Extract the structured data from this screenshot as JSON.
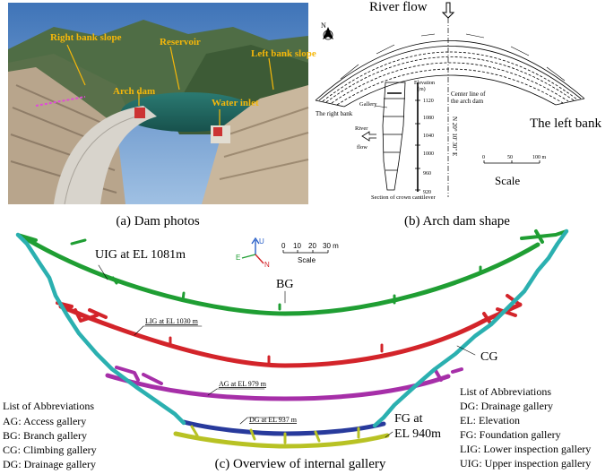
{
  "photo": {
    "labels": {
      "right_slope": "Right bank slope",
      "reservoir": "Reservoir",
      "left_slope": "Left bank slope",
      "arch_dam": "Arch dam",
      "water_inlet": "Water inlet"
    },
    "caption": "(a) Dam photos"
  },
  "shape": {
    "north": "N",
    "river_flow": "River flow",
    "right_bank": "The right bank",
    "left_bank": "The left bank",
    "center_line": "Center line of",
    "center_line2": "the arch dam",
    "gallery": "Gallery",
    "river": "River",
    "flow": "flow",
    "elevation": "Elevation",
    "elev_unit": "(m)",
    "elevations": [
      "1120",
      "1080",
      "1040",
      "1000",
      "960",
      "920"
    ],
    "section": "Section of crown cantilever",
    "bearing": "N 20° 10' 30\" E",
    "scale_ticks": [
      "0",
      "50",
      "100 m"
    ],
    "scale": "Scale",
    "caption": "(b) Arch dam shape"
  },
  "gallery": {
    "axes": {
      "u": "U",
      "e": "E",
      "n": "N"
    },
    "scale_ticks": [
      "0",
      "10",
      "20",
      "30 m"
    ],
    "scale": "Scale",
    "uig": "UIG at EL 1081m",
    "bg": "BG",
    "lig": "LIG at EL 1030 m",
    "cg": "CG",
    "ag": "AG at EL 979 m",
    "dg": "DG at EL 937 m",
    "fg1": "FG at",
    "fg2": "EL 940m",
    "caption": "(c) Overview of internal gallery",
    "colors": {
      "uig": "#1f9e33",
      "lig": "#d3242a",
      "ag": "#a62fa8",
      "dg": "#283a9c",
      "fg": "#b8c224",
      "cg": "#2bb0b0"
    }
  },
  "abbrev_left": {
    "title": "List of Abbreviations",
    "items": [
      "AG: Access gallery",
      "BG: Branch gallery",
      "CG: Climbing gallery",
      "DG: Drainage gallery"
    ]
  },
  "abbrev_right": {
    "title": "List of Abbreviations",
    "items": [
      "DG: Drainage gallery",
      "EL:  Elevation",
      "FG: Foundation gallery",
      "LIG: Lower inspection gallery",
      "UIG: Upper inspection gallery"
    ]
  }
}
